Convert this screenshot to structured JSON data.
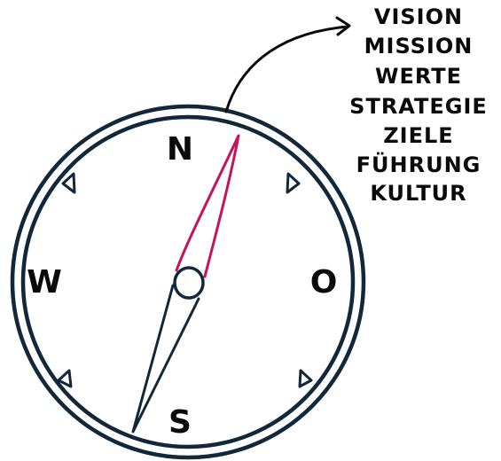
{
  "compass": {
    "north": "N",
    "south": "S",
    "west": "W",
    "east": "O"
  },
  "terms": [
    "VISION",
    "MISSION",
    "WERTE",
    "STRATEGIE",
    "ZIELE",
    "FÜHRUNG",
    "KULTUR"
  ],
  "colors": {
    "ring": "#12283a",
    "needle_north": "#c4145a",
    "needle_south": "#12283a",
    "text": "#0a0a0a"
  },
  "icons": [
    "compass-icon",
    "arrow-icon"
  ]
}
